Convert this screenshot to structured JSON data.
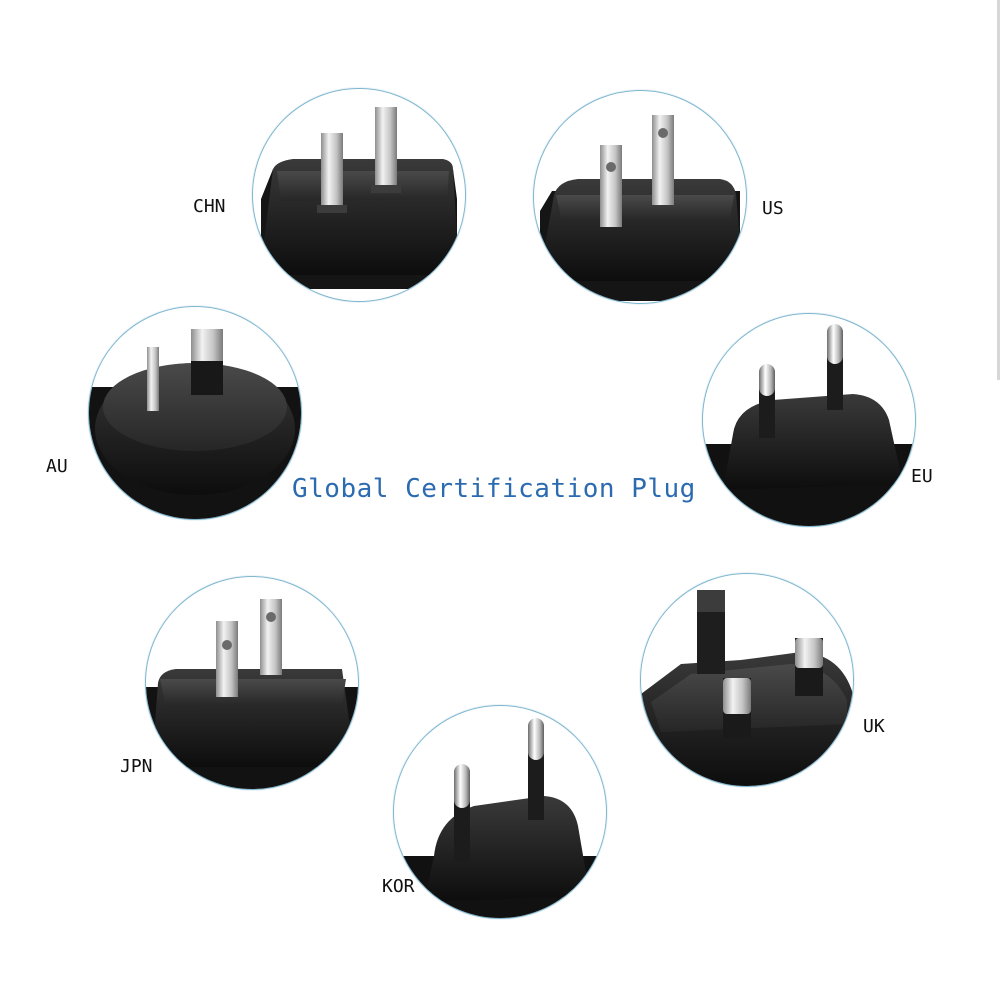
{
  "title": "Global Certification Plug",
  "plugs": [
    {
      "id": "chn",
      "label": "CHN"
    },
    {
      "id": "us",
      "label": "US"
    },
    {
      "id": "au",
      "label": "AU"
    },
    {
      "id": "eu",
      "label": "EU"
    },
    {
      "id": "jpn",
      "label": "JPN"
    },
    {
      "id": "uk",
      "label": "UK"
    },
    {
      "id": "kor",
      "label": "KOR"
    }
  ],
  "colors": {
    "circle_border": "#7fb7cf",
    "title": "#2d6bb0",
    "plug_body": "#1f1f1f",
    "prong": "#c8c8c8"
  }
}
